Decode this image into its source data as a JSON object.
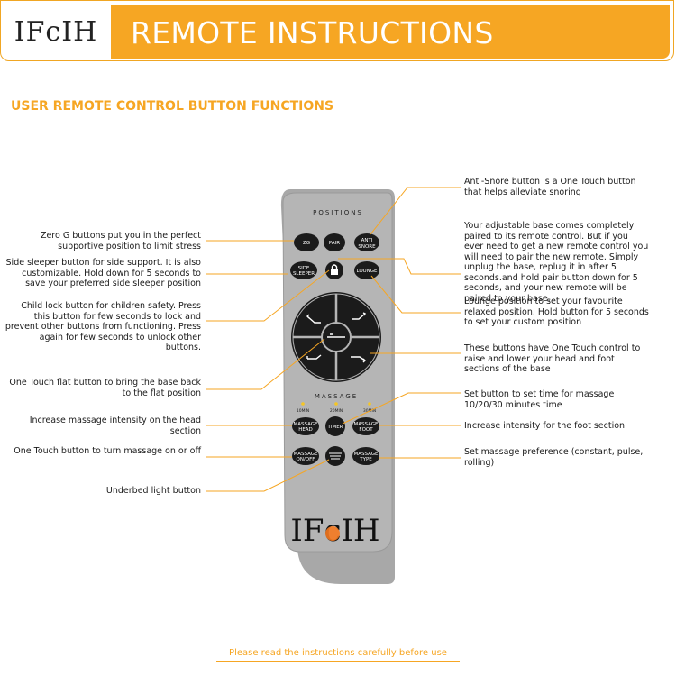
{
  "header": {
    "logo_text": "IFcIH",
    "title": "REMOTE INSTRUCTIONS"
  },
  "section": {
    "title": "USER REMOTE CONTROL BUTTON FUNCTIONS"
  },
  "remote": {
    "positions_label": "POSITIONS",
    "massage_label": "MASSAGE",
    "timer_options": [
      "10MIN",
      "20MIN",
      "30MIN"
    ],
    "buttons": {
      "zg": "ZG",
      "pair": "PAIR",
      "anti_snore": "ANTI SNORE",
      "side_sleeper": "SIDE SLEEPER",
      "lounge": "LOUNGE",
      "massage_head": "MASSAGE HEAD",
      "timer": "TIMER",
      "massage_foot": "MASSAGE FOOT",
      "massage_on_off": "MASSAGE ON/OFF",
      "massage_type": "MASSAGE TYPE"
    },
    "logo": "IFcIH"
  },
  "annotations": {
    "zero_g": "Zero G buttons put you in the perfect supportive position to limit stress",
    "side_sleeper": "Side sleeper button for side support. It is also customizable. Hold down for 5 seconds to save your preferred side sleeper position",
    "child_lock": "Child lock button for children safety. Press this button for few seconds to lock and prevent other buttons from functioning. Press again for few seconds to unlock other buttons.",
    "flat": "One Touch flat button to bring the base back to the flat position",
    "massage_head": "Increase massage intensity on the head section",
    "massage_on_off": "One Touch button to turn massage on or off",
    "underbed_light": "Underbed light button",
    "anti_snore": "Anti-Snore button is a One Touch button that helps alleviate snoring",
    "pair": "Your adjustable base comes completely paired to its remote control. But if you ever need to get a new remote control you will need to pair the new remote. Simply unplug the base, replug it in after 5 seconds.and hold pair button down for 5 seconds, and your new remote will be paired to your base.",
    "lounge": "Lounge position to set your favourite relaxed position. Hold button for 5 seconds to set your custom position",
    "one_touch": "These buttons have One Touch control to raise and lower your head and foot sections of  the base",
    "timer": "Set button to set time for massage 10/20/30 minutes time",
    "massage_foot": "Increase intensity for the foot section",
    "massage_type": "Set massage preference (constant, pulse, rolling)"
  },
  "footer": {
    "text": "Please read the instructions carefully before use"
  },
  "colors": {
    "accent": "#f6a623",
    "remote_body": "#a8a8a8",
    "button": "#1b1b1b"
  }
}
